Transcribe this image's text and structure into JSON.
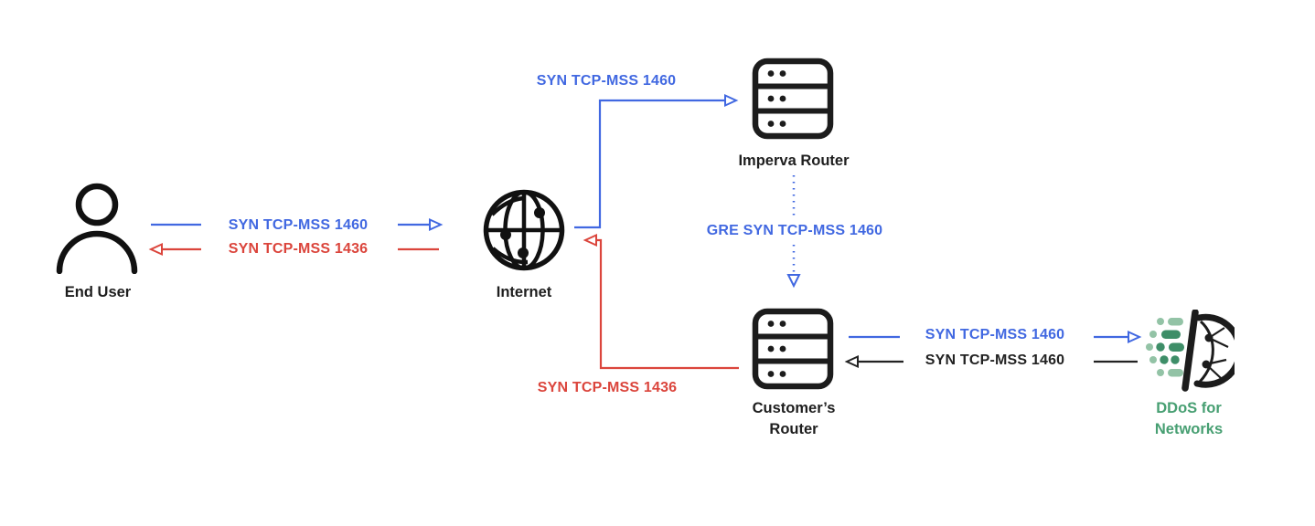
{
  "diagram": {
    "nodes": {
      "end_user": {
        "label": "End User"
      },
      "internet": {
        "label": "Internet"
      },
      "imperva_router": {
        "label": "Imperva Router"
      },
      "customer_router": {
        "label_line1": "Customer’s",
        "label_line2": "Router"
      },
      "ddos_for_networks": {
        "label_line1": "DDoS for",
        "label_line2": "Networks"
      }
    },
    "flows": {
      "end_user_to_internet": {
        "label": "SYN TCP-MSS 1460",
        "color": "#4168E1",
        "direction": "right"
      },
      "internet_to_end_user": {
        "label": "SYN TCP-MSS 1436",
        "color": "#DB453C",
        "direction": "left"
      },
      "internet_to_imperva_router": {
        "label": "SYN TCP-MSS 1460",
        "color": "#4168E1",
        "direction": "up-right"
      },
      "imperva_to_customer_gre": {
        "label": "GRE SYN TCP-MSS 1460",
        "color": "#4168E1",
        "direction": "down",
        "line_style": "dotted"
      },
      "customer_router_to_internet": {
        "label": "SYN TCP-MSS 1436",
        "color": "#DB453C",
        "direction": "left-up"
      },
      "customer_router_to_ddos": {
        "label": "SYN TCP-MSS 1460",
        "color": "#4168E1",
        "direction": "right"
      },
      "ddos_to_customer_router": {
        "label": "SYN TCP-MSS 1460",
        "color": "#222222",
        "direction": "left"
      }
    },
    "icons": {
      "end_user": "person-icon",
      "internet": "globe-icon",
      "imperva_router": "server-icon",
      "customer_router": "server-icon",
      "ddos_for_networks": "ddos-protection-icon"
    },
    "colors": {
      "blue": "#4168E1",
      "red": "#DB453C",
      "green": "#479F72",
      "icon_black": "#1C1C1C",
      "label_black": "#1E1E1E",
      "green_light": "#93C3A6",
      "green_dark": "#3E8E68"
    }
  }
}
